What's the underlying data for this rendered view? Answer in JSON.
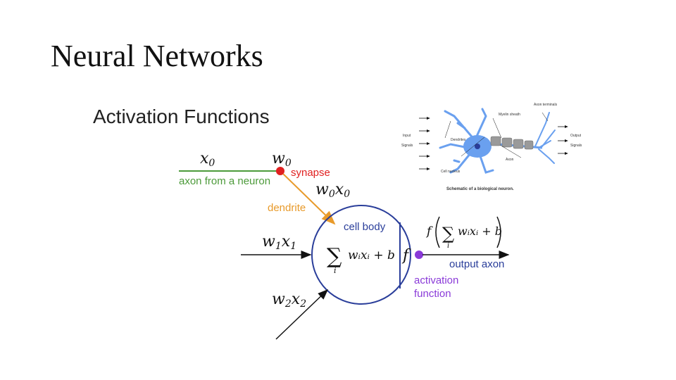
{
  "slide": {
    "title": "Neural Networks"
  },
  "diagram": {
    "title": "Activation Functions",
    "inputs": {
      "x0": "x",
      "x0_sub": "0",
      "w0": "w",
      "w0_sub": "0",
      "w0x0": "w",
      "w0x0_x": "x",
      "w1x1": "w",
      "w1x1_x": "x",
      "w2x2": "w",
      "w2x2_x": "x",
      "sub1": "1",
      "sub2": "2"
    },
    "labels": {
      "axon_from_neuron": "axon from a neuron",
      "synapse": "synapse",
      "dendrite": "dendrite",
      "cell_body": "cell body",
      "output_axon": "output axon",
      "activation_line1": "activation",
      "activation_line2": "function"
    },
    "formulas": {
      "sum": "∑",
      "sum_index": "i",
      "sum_term": "wᵢxᵢ + b",
      "f": "f",
      "output_prefix": "f",
      "output_term": "wᵢxᵢ + b"
    },
    "colors": {
      "axon_green": "#4c9a3a",
      "synapse_red": "#e02020",
      "dendrite_orange": "#e89a2a",
      "cell_blue": "#2a3e9a",
      "activation_purple": "#8a3ad8",
      "neuron_blue": "#6aa0ef"
    }
  },
  "bio_neuron": {
    "caption": "Schematic of a biological neuron.",
    "labels": {
      "axon_terminals": "Axon terminals",
      "myelin_sheath": "Myelin sheath",
      "input": "Input",
      "signals": "Signals",
      "dendrites": "Dendrites",
      "output": "Output",
      "signals_out": "Signals",
      "axon": "Axon",
      "cell_nucleus": "Cell nucleus"
    }
  }
}
